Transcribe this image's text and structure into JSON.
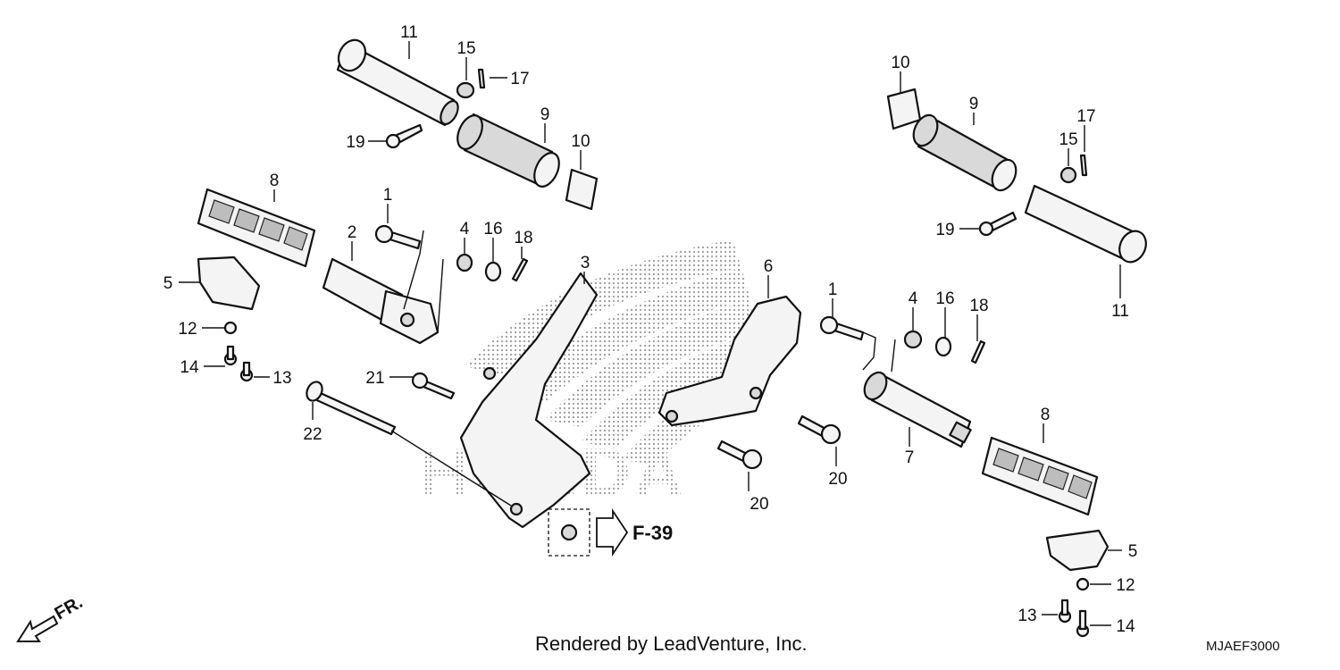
{
  "callouts": [
    "1",
    "2",
    "3",
    "4",
    "5",
    "7",
    "8",
    "9",
    "10",
    "11",
    "12",
    "13",
    "14",
    "15",
    "16",
    "17",
    "18",
    "19",
    "20",
    "21",
    "22",
    "6"
  ],
  "watermark": "HONDA",
  "front_arrow_label": "FR.",
  "reference": "F-39",
  "footer": {
    "rendered_by": "Rendered by LeadVenture, Inc.",
    "diagram_code": "MJAEF3000"
  }
}
